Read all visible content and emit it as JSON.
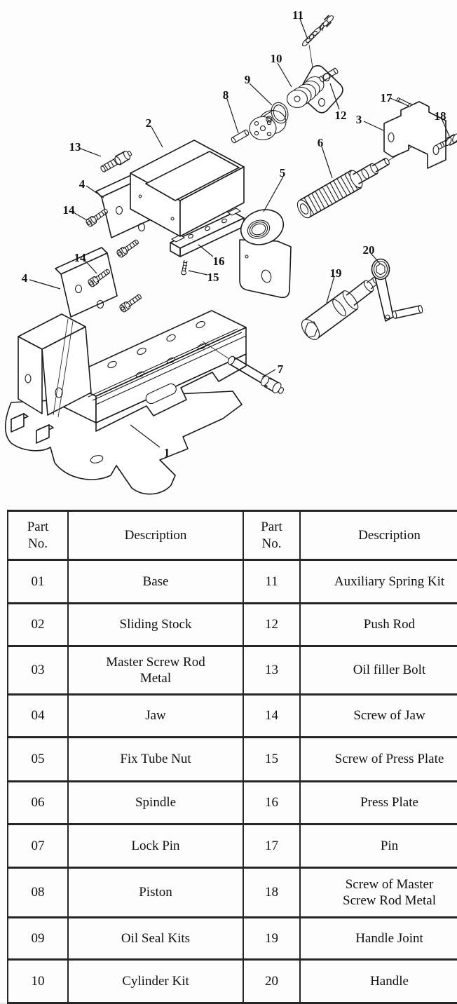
{
  "figure": {
    "type": "exploded-parts-diagram",
    "callouts": {
      "c1": "1",
      "c2": "2",
      "c3": "3",
      "c4a": "4",
      "c4b": "4",
      "c5": "5",
      "c6": "6",
      "c7": "7",
      "c8": "8",
      "c9": "9",
      "c10": "10",
      "c11": "11",
      "c12": "12",
      "c13": "13",
      "c14a": "14",
      "c14b": "14",
      "c15": "15",
      "c16": "16",
      "c17": "17",
      "c18": "18",
      "c19": "19",
      "c20": "20"
    }
  },
  "table": {
    "headers": {
      "no": "Part\nNo.",
      "desc": "Description"
    },
    "rows": [
      {
        "no_left": "01",
        "desc_left": "Base",
        "no_right": "11",
        "desc_right": "Auxiliary Spring Kit"
      },
      {
        "no_left": "02",
        "desc_left": "Sliding Stock",
        "no_right": "12",
        "desc_right": "Push Rod"
      },
      {
        "no_left": "03",
        "desc_left": "Master  Screw Rod\nMetal",
        "no_right": "13",
        "desc_right": "Oil filler Bolt"
      },
      {
        "no_left": "04",
        "desc_left": "Jaw",
        "no_right": "14",
        "desc_right": "Screw of Jaw"
      },
      {
        "no_left": "05",
        "desc_left": "Fix Tube Nut",
        "no_right": "15",
        "desc_right": "Screw of Press Plate"
      },
      {
        "no_left": "06",
        "desc_left": "Spindle",
        "no_right": "16",
        "desc_right": "Press Plate"
      },
      {
        "no_left": "07",
        "desc_left": "Lock Pin",
        "no_right": "17",
        "desc_right": "Pin"
      },
      {
        "no_left": "08",
        "desc_left": "Piston",
        "no_right": "18",
        "desc_right": "Screw of Master\nScrew Rod Metal"
      },
      {
        "no_left": "09",
        "desc_left": "Oil Seal Kits",
        "no_right": "19",
        "desc_right": "Handle Joint"
      },
      {
        "no_left": "10",
        "desc_left": "Cylinder Kit",
        "no_right": "20",
        "desc_right": "Handle"
      }
    ]
  }
}
